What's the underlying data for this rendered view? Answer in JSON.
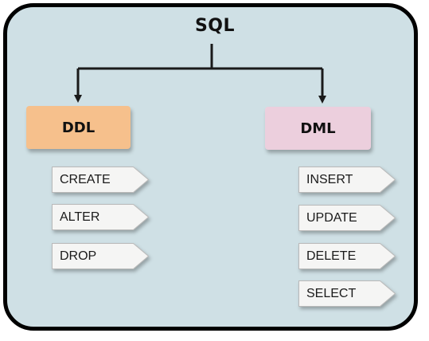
{
  "diagram": {
    "root": "SQL",
    "categories": [
      {
        "label": "DDL",
        "commands": [
          "CREATE",
          "ALTER",
          "DROP"
        ]
      },
      {
        "label": "DML",
        "commands": [
          "INSERT",
          "UPDATE",
          "DELETE",
          "SELECT"
        ]
      }
    ]
  },
  "colors": {
    "panel_background": "#cfe0e5",
    "frame_border": "#000000",
    "ddl_box": "#f6c08c",
    "dml_box": "#eccfdd",
    "tag_fill": "#f5f5f4",
    "connector": "#1a1a1a"
  }
}
